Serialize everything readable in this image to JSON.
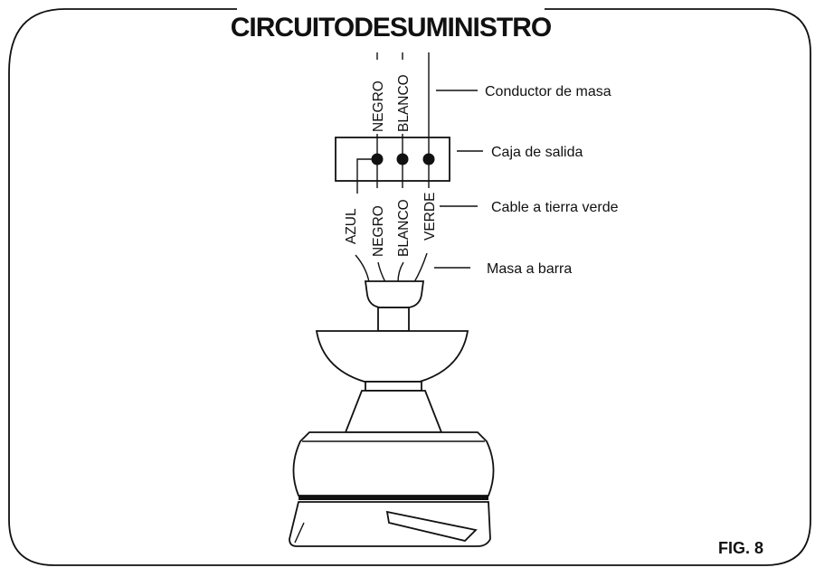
{
  "diagram": {
    "title": "CIRCUITODESUMINISTRO",
    "figure_label": "FIG. 8",
    "supply_wires": {
      "black": "NEGRO",
      "white": "BLANCO"
    },
    "fan_wires": {
      "blue": "AZUL",
      "black": "NEGRO",
      "white": "BLANCO",
      "green": "VERDE"
    },
    "callouts": {
      "ground_conductor": "Conductor de masa",
      "outlet_box": "Caja de salida",
      "green_ground_cable": "Cable a tierra verde",
      "ground_to_bar": "Masa a barra"
    }
  }
}
